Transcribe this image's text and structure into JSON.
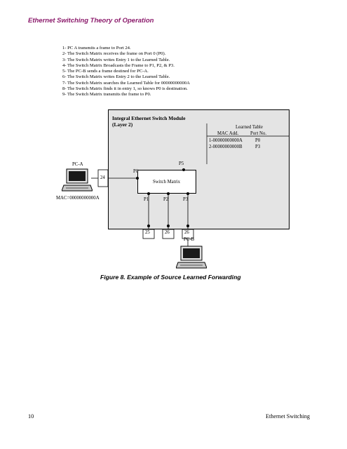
{
  "header": {
    "title": "Ethernet Switching Theory of Operation"
  },
  "steps": [
    "1- PC A transmits a frame to Port 24.",
    "2- The Switch Matrix receives the frame on Port 0 (P0).",
    "3- The Switch Matrix writes Entry 1 to the Learned Table.",
    "4- The Switch Matrix Broadcasts the Frame to P1, P2, & P3.",
    "5- The PC-B sends a frame destined for PC-A.",
    "6- The Switch Matrix writes Entry 2 to the Learned Table.",
    "7- The Switch Matrix searches the Learned Table for 00000000000A",
    "8- The Switch Matrix finds it in entry 1, so knows P0 is destination.",
    "9- The Switch Matrix transmits the frame to P0."
  ],
  "diagram": {
    "module_title_line1": "Integral Ethernet Switch Module",
    "module_title_line2": "(Layer 2)",
    "learned_table": {
      "title": "Learned Table",
      "col_mac": "MAC Add.",
      "col_port": "Port No.",
      "rows": [
        {
          "mac": "1-00000000000A",
          "port": "P0"
        },
        {
          "mac": "2-00000000000B",
          "port": "P3"
        }
      ]
    },
    "pc_a_label": "PC-A",
    "pc_a_mac": "MAC=00000000000A",
    "pc_b_label": "PC-B",
    "port_24": "24",
    "port_p0": "P0",
    "port_p5": "P5",
    "port_p1": "P1",
    "port_p2": "P2",
    "port_p3": "P3",
    "ext_port_25": "25",
    "ext_port_26a": "26",
    "ext_port_26b": "26",
    "switch_matrix": "Switch Matrix"
  },
  "caption": "Figure 8. Example of Source Learned Forwarding",
  "footer": {
    "page_number": "10",
    "section": "Ethernet Switching"
  }
}
